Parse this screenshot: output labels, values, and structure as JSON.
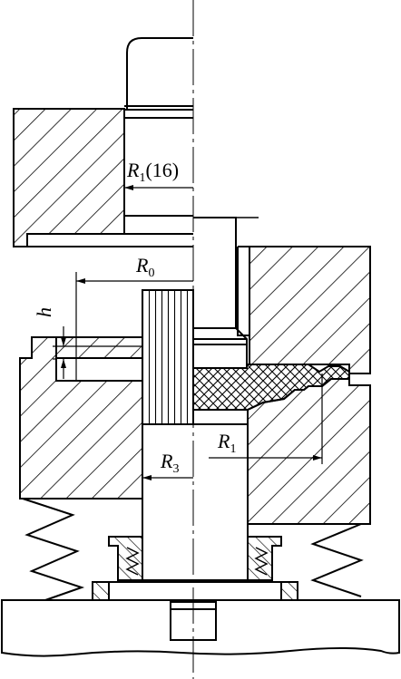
{
  "labels": {
    "r1_16": {
      "symbol": "R",
      "sub": "1",
      "suffix": "(16)"
    },
    "r0": {
      "symbol": "R",
      "sub": "0"
    },
    "h": {
      "symbol": "h"
    },
    "r1": {
      "symbol": "R",
      "sub": "1"
    },
    "r3": {
      "symbol": "R",
      "sub": "3"
    }
  },
  "colors": {
    "line": "#000000",
    "background": "#ffffff"
  }
}
